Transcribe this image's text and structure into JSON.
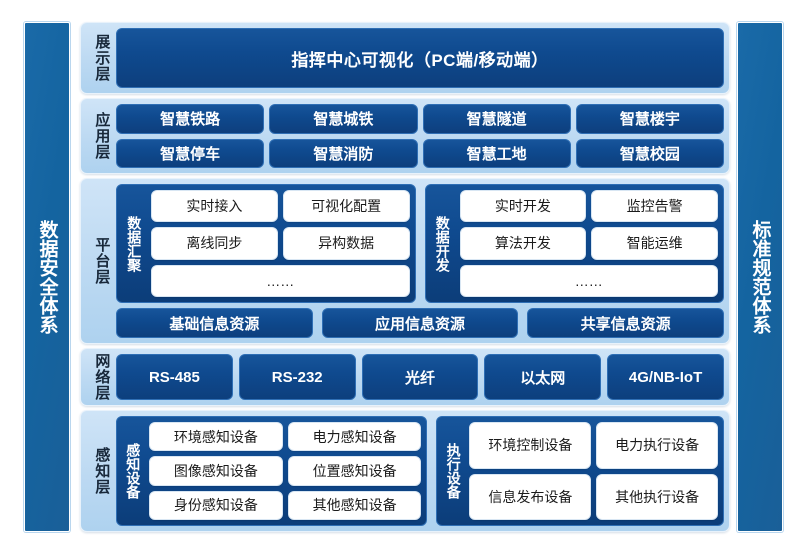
{
  "side_pillars": {
    "left_label": "数据安全体系",
    "right_label": "标准规范体系"
  },
  "layers": [
    {
      "key": "display",
      "label": "展示层",
      "bar": "指挥中心可视化（PC端/移动端）"
    },
    {
      "key": "application",
      "label": "应用层",
      "items": [
        "智慧铁路",
        "智慧城铁",
        "智慧隧道",
        "智慧楼宇",
        "智慧停车",
        "智慧消防",
        "智慧工地",
        "智慧校园"
      ]
    },
    {
      "key": "platform",
      "label": "平台层",
      "groups": [
        {
          "label": "数据汇聚",
          "cells": [
            "实时接入",
            "可视化配置",
            "离线同步",
            "异构数据"
          ],
          "more": "……"
        },
        {
          "label": "数据开发",
          "cells": [
            "实时开发",
            "监控告警",
            "算法开发",
            "智能运维"
          ],
          "more": "……"
        }
      ],
      "resources": [
        "基础信息资源",
        "应用信息资源",
        "共享信息资源"
      ]
    },
    {
      "key": "network",
      "label": "网络层",
      "items": [
        "RS-485",
        "RS-232",
        "光纤",
        "以太网",
        "4G/NB-IoT"
      ]
    },
    {
      "key": "perception",
      "label": "感知层",
      "groups": [
        {
          "label": "感知设备",
          "cells": [
            "环境感知设备",
            "电力感知设备",
            "图像感知设备",
            "位置感知设备",
            "身份感知设备",
            "其他感知设备"
          ]
        },
        {
          "label": "执行设备",
          "cells": [
            "环境控制设备",
            "电力执行设备",
            "信息发布设备",
            "其他执行设备"
          ]
        }
      ]
    }
  ],
  "colors": {
    "pillar_blue": "#1464a0",
    "panel_pale_blue": "#bcd9f2",
    "box_dark_blue": "#0f4a8f",
    "chip_white": "#ffffff",
    "text_dark": "#18283a"
  }
}
